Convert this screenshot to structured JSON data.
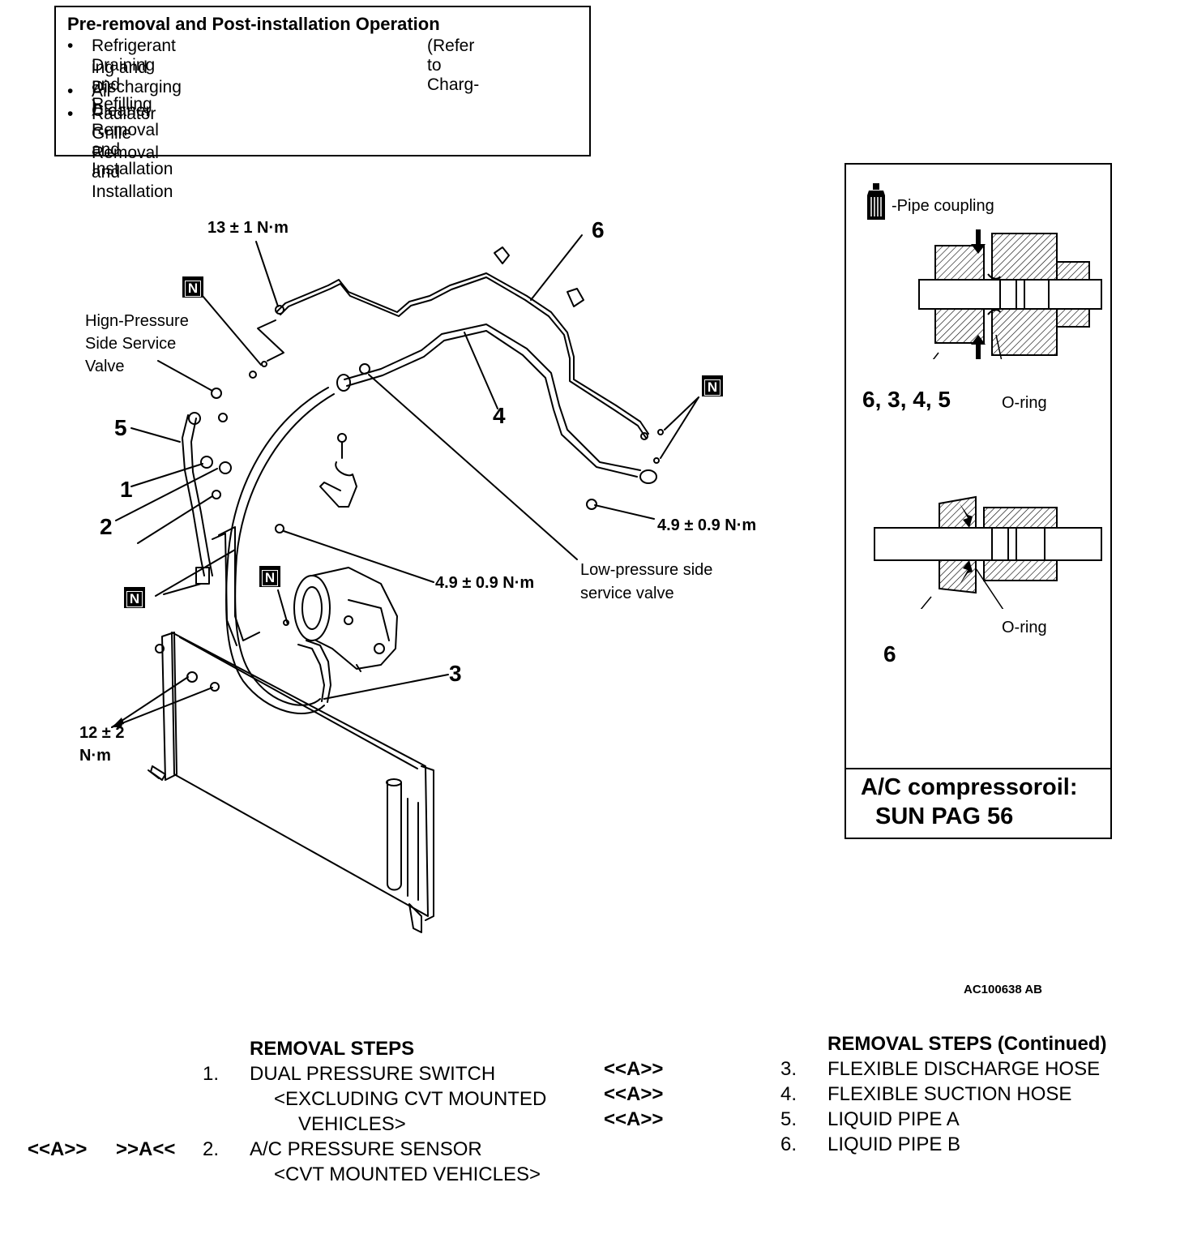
{
  "pre_removal": {
    "title": "Pre-removal and Post-installation Operation",
    "items": [
      {
        "bullet": "•",
        "line1": "Refrigerant Draining and Refilling",
        "ref": "(Refer to Charg-",
        "line2": "ing and Discharging )"
      },
      {
        "bullet": "•",
        "line1": "Air Cleaner Removal and Installation"
      },
      {
        "bullet": "•",
        "line1": "Radiator Grille Removal and Installation"
      }
    ]
  },
  "diagram": {
    "torque_13": "13 ± 1 N·m",
    "torque_49_right": "4.9 ± 0.9 N·m",
    "torque_49_center": "4.9 ± 0.9 N·m",
    "torque_12_line1": "12 ± 2",
    "torque_12_line2": "N·m",
    "high_pressure_label": [
      "Hign-Pressure",
      "Side Service",
      "Valve"
    ],
    "low_pressure_label": [
      "Low-pressure side",
      "service valve"
    ],
    "badge_letter": "N",
    "part_numbers": {
      "p1": "1",
      "p2": "2",
      "p3": "3",
      "p4": "4",
      "p5": "5",
      "p6": "6"
    },
    "figure_code": "AC100638 AB"
  },
  "detail": {
    "pipe_coupling": "-Pipe coupling",
    "upper_parts": "6, 3, 4,  5",
    "upper_oring": "O-ring",
    "lower_oring": "O-ring",
    "lower_part": "6",
    "oil_line1": "A/C compressoroil:",
    "oil_line2": "SUN PAG 56"
  },
  "steps_left": {
    "header": "REMOVAL STEPS",
    "s1_num": "1.",
    "s1_text": "DUAL PRESSURE SWITCH",
    "s1_sub1": "<EXCLUDING CVT MOUNTED",
    "s1_sub2": "VEHICLES>",
    "s2_tag1": "<<A>>",
    "s2_tag2": ">>A<<",
    "s2_num": "2.",
    "s2_text": "A/C PRESSURE SENSOR",
    "s2_sub": "<CVT MOUNTED VEHICLES>"
  },
  "steps_right": {
    "header": "REMOVAL STEPS (Continued)",
    "rows": [
      {
        "tag": "<<A>>",
        "num": "3.",
        "text": "FLEXIBLE DISCHARGE HOSE"
      },
      {
        "tag": "<<A>>",
        "num": "4.",
        "text": "FLEXIBLE SUCTION HOSE"
      },
      {
        "tag": "<<A>>",
        "num": "5.",
        "text": "LIQUID PIPE A"
      },
      {
        "tag": "",
        "num": "6.",
        "text": "LIQUID PIPE B"
      }
    ]
  }
}
